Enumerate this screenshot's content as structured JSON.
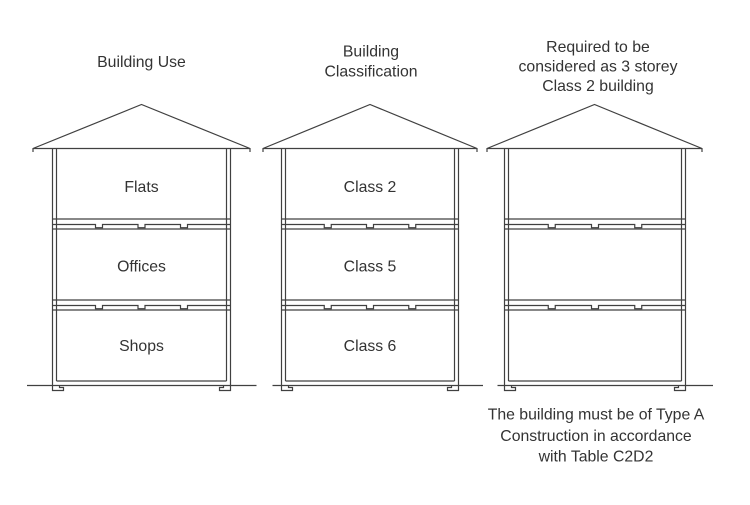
{
  "colors": {
    "background": "#ffffff",
    "line": "#404040",
    "text": "#333333"
  },
  "buildings": [
    {
      "title_lines": [
        "Building Use"
      ],
      "floors": [
        "Flats",
        "Offices",
        "Shops"
      ]
    },
    {
      "title_lines": [
        "Building",
        "Classification"
      ],
      "floors": [
        "Class 2",
        "Class 5",
        "Class 6"
      ]
    },
    {
      "title_lines": [
        "Required to be",
        "considered as 3 storey",
        "Class 2 building"
      ],
      "floors": []
    }
  ],
  "footnote_lines": [
    "The building must be of Type A",
    "Construction in accordance",
    "with Table C2D2"
  ]
}
